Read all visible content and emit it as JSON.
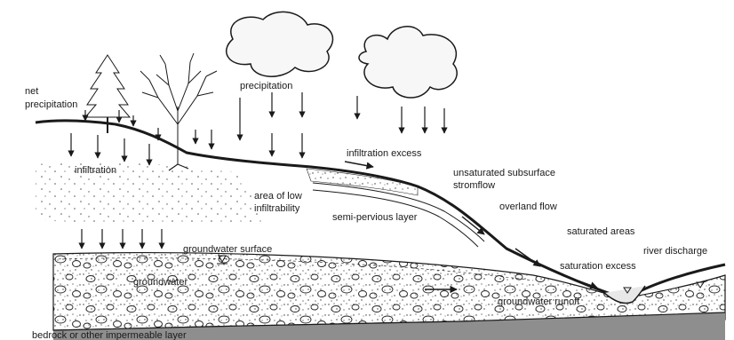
{
  "labels": {
    "net_precipitation_1": "net",
    "net_precipitation_2": "precipitation",
    "precipitation": "precipitation",
    "infiltration": "infiltration",
    "infiltration_excess": "infiltration excess",
    "unsaturated_1": "unsaturated subsurface",
    "unsaturated_2": "stromflow",
    "low_infil_1": "area of low",
    "low_infil_2": "infiltrability",
    "semi_pervious": "semi-pervious layer",
    "overland_flow": "overland flow",
    "saturated_areas": "saturated areas",
    "groundwater_surface": "groundwater surface",
    "river_discharge": "river discharge",
    "saturation_excess": "saturation excess",
    "groundwater": "groundwater",
    "groundwater_runoff": "groundwater runoff",
    "bedrock": "bedrock or other impermeable layer"
  },
  "colors": {
    "ink": "#1a1a1a",
    "bedrock": "#8e8e8e",
    "cloud_fill": "#f7f7f7",
    "water": "#e8e8e8"
  },
  "icons": [
    "cloud-icon",
    "conifer-tree-icon",
    "deciduous-tree-icon",
    "water-table-marker-icon",
    "arrow-icon"
  ]
}
